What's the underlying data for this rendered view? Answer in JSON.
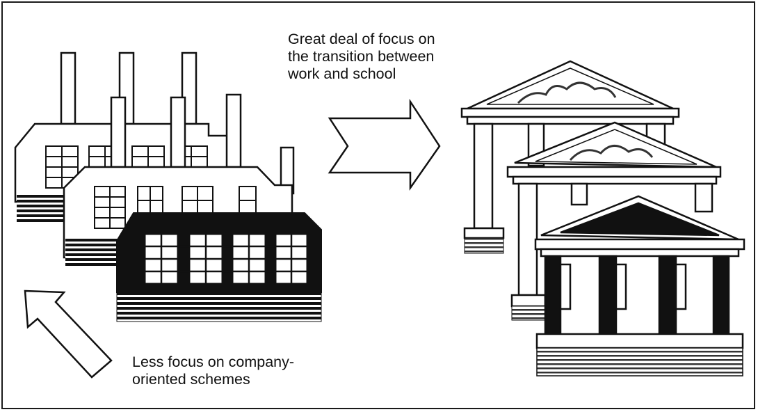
{
  "captions": {
    "top": [
      "Great deal of focus on",
      "the transition between",
      "work and school"
    ],
    "bottom": [
      "Less focus on company-",
      "oriented schemes"
    ]
  },
  "icons": {
    "factories": "factory-icon",
    "temples": "temple-icon",
    "arrow_right": "arrow-right-icon",
    "arrow_up_left": "arrow-up-left-icon"
  },
  "colors": {
    "ink": "#111111",
    "paper": "#ffffff",
    "shade": "#555555"
  }
}
